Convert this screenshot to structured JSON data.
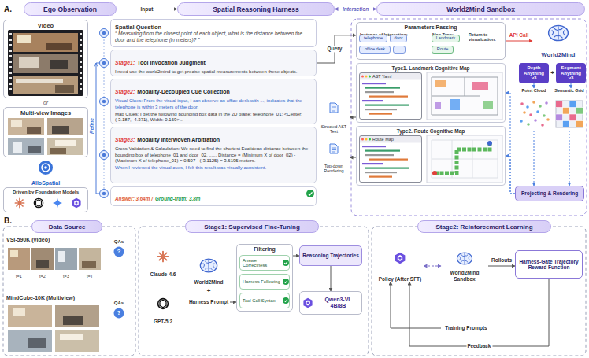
{
  "diagram": {
    "nodes": [
      {
        "text": [
          "Ego Observation"
        ]
      },
      {
        "text": [
          "Spatial Reasoning Harness"
        ]
      },
      {
        "text": [
          "World2Mind Sandbox"
        ]
      },
      {
        "text": [
          "Video"
        ]
      },
      {
        "text": [
          "Multi-view Images"
        ]
      },
      {
        "text": [
          "AlloSpatial"
        ]
      },
      {
        "text": [
          "Driven by Foundation Models"
        ]
      },
      {
        "text": [
          "Spatial Question",
          "“ Measuring from the closest point of each object, what is the distance between the door and the telephone (in meters)? ”"
        ]
      },
      {
        "text": [
          "Stage1:",
          "Tool Invocation Judgment",
          "I need use the world2mind to get precise spatial measurements between these objects."
        ]
      },
      {
        "text": [
          "Stage2:",
          "Modality-Decoupled Cue Collection",
          "Visual Clues: From the visual input, I can observe an office desk with ..., indicates that the telephone is within 3 meters of the door.",
          "Map Clues: I get the following bounding box data in the 2D plane: telephone_01: <Center: (-3.187, -4.371), Width: 0.169>..."
        ]
      },
      {
        "text": [
          "Stage3:",
          "Modality Interwoven Arbitration",
          "Cross-Validation & Calculation: We need to find the shortest Euclidean distance between the bounding box of telephone_01 and door_02. ...... Distance = (Minimum X of door_02) - (Maximum X of telephone_01) = 0.507 - (-3.1125) = 3.6195 meters.",
          "When I reviewed the visual cues, I felt this result was visually consistent."
        ]
      },
      {
        "text": [
          "Answer: 3.64m /",
          "Ground-truth: 3.8m"
        ]
      },
      {
        "text": [
          "Structed AST Text"
        ]
      },
      {
        "text": [
          "Top-down Rendering"
        ]
      },
      {
        "text": [
          "Parameters Passing",
          "Instance of Interesting:",
          "Map Type:",
          "Return to visualization:"
        ]
      },
      {
        "text": [
          "telephone"
        ],
        "in": 14
      },
      {
        "text": [
          "door"
        ],
        "in": 14
      },
      {
        "text": [
          "office desk"
        ],
        "in": 14
      },
      {
        "text": [
          "..."
        ],
        "in": 14
      },
      {
        "text": [
          "Landmark"
        ],
        "in": 14
      },
      {
        "text": [
          "Route"
        ],
        "in": 14
      },
      {
        "text": [
          "World2Mind"
        ]
      },
      {
        "text": [
          "Depth Anything v3"
        ]
      },
      {
        "text": [
          "Segment Anything v3"
        ]
      },
      {
        "text": [
          "Type1. Landmark Cognitive Map"
        ]
      },
      {
        "text": [
          "AST Yaml"
        ],
        "in": 24
      },
      {
        "text": [
          "Type2. Route Cognitive Map"
        ]
      },
      {
        "text": [
          "Route Map"
        ],
        "in": 26
      },
      {
        "text": [
          "Point Cloud"
        ]
      },
      {
        "text": [
          "Semantic Grid"
        ]
      },
      {
        "text": [
          "Projecting & Rendering"
        ]
      },
      {
        "text": [
          "Data Source"
        ]
      },
      {
        "text": [
          "Stage1: Supervised Fine-Tuning"
        ]
      },
      {
        "text": [
          "Stage2: Reinforcement Learning"
        ]
      },
      {
        "text": [
          "VSI-590K (video)"
        ]
      },
      {
        "text": [
          "MindCube-10K (Multiview)"
        ]
      },
      {
        "text": [
          "Claude-4.6"
        ]
      },
      {
        "text": [
          "GPT-5.2"
        ]
      },
      {
        "text": [
          "World2Mind"
        ]
      },
      {
        "text": [
          "Harness Prompt"
        ]
      },
      {
        "text": [
          "Filtering"
        ]
      },
      {
        "text": [
          "Answer Correctness"
        ],
        "in": 40
      },
      {
        "text": [
          "Harness Following"
        ],
        "in": 40
      },
      {
        "text": [
          "Tool Call Syntax"
        ],
        "in": 40
      },
      {
        "text": [
          "Reasoning Trajectories"
        ]
      },
      {
        "text": [
          "Qwen3-VL 4B/8B"
        ]
      },
      {
        "text": [
          "Policy (After SFT)"
        ]
      },
      {
        "text": [
          "World2Mind Sandbox"
        ]
      },
      {
        "text": [
          "Harness-Gate Trajectory Reward Function"
        ]
      },
      {
        "text": [
          "Training Prompts"
        ]
      }
    ],
    "edges": [
      {
        "from": 0,
        "to": 1,
        "label": "Input",
        "arrow": "to"
      },
      {
        "from": 1,
        "to": 2,
        "label": "Interaction",
        "arrow": "both"
      },
      {
        "from": 8,
        "to": 14,
        "label": "Query",
        "arrow": "to"
      },
      {
        "from": 14,
        "to": 21,
        "label": "API Call",
        "arrow": "to"
      },
      {
        "from": 22,
        "to": 28,
        "arrow": "to"
      },
      {
        "from": 23,
        "to": 29,
        "arrow": "to"
      },
      {
        "from": 28,
        "to": 30,
        "arrow": "to"
      },
      {
        "from": 29,
        "to": 30,
        "arrow": "to"
      },
      {
        "from": 30,
        "to": 24,
        "arrow": "to"
      },
      {
        "from": 30,
        "to": 26,
        "arrow": "to"
      },
      {
        "from": 24,
        "to": 12,
        "arrow": "to"
      },
      {
        "from": 26,
        "to": 13,
        "arrow": "to"
      },
      {
        "from": 39,
        "to": 40,
        "arrow": "to"
      },
      {
        "from": 40,
        "to": 44,
        "arrow": "to"
      },
      {
        "from": 44,
        "to": 45,
        "arrow": "to"
      },
      {
        "from": 46,
        "to": 47,
        "arrow": "both"
      },
      {
        "from": 47,
        "to": 48,
        "label": "Rollouts",
        "arrow": "to"
      },
      {
        "from": 48,
        "to": 46,
        "label": "Feedback",
        "arrow": "to"
      },
      {
        "from": 49,
        "to": 46,
        "arrow": "to"
      }
    ],
    "labels": [
      "A.",
      "or",
      "Refine",
      "+",
      "B.",
      "QAs",
      "?",
      "t=1",
      "t=2",
      "t=3",
      "t=T",
      "QAs",
      "?",
      "+"
    ]
  }
}
